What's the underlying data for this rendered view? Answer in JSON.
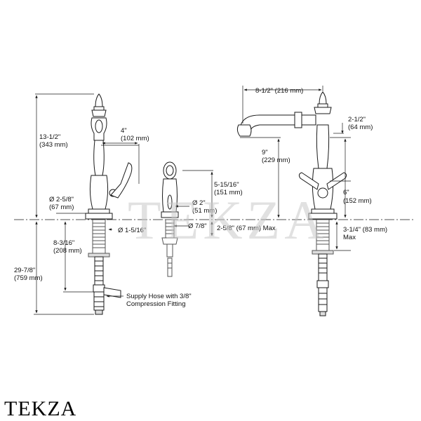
{
  "brand": "TEKZA",
  "watermark": "TEKZA",
  "colors": {
    "line": "#1a1a1a",
    "thread": "#555555",
    "watermark": "#c8c8c8"
  },
  "labels": {
    "height_total": "13-1/2\"",
    "height_total_mm": "(343 mm)",
    "reach_handle": "4\"",
    "reach_handle_mm": "(102 mm)",
    "base_dia": "Ø 2-5/8\"",
    "base_dia_mm": "(67 mm)",
    "shank_dia": "Ø 1-5/16\"",
    "shank_len": "8-3/16\"",
    "shank_len_mm": "(208 mm)",
    "hose_len": "29-7/8\"",
    "hose_len_mm": "(759 mm)",
    "supply_line1": "Supply Hose with 3/8\"",
    "supply_line2": "Compression Fitting",
    "spray_height": "5-15/16\"",
    "spray_height_mm": "(151 mm)",
    "spray_dia": "Ø 2\"",
    "spray_dia_mm": "(51 mm)",
    "spray_shank": "Ø 7/8\"",
    "deck_max": "2-5/8\" (67 mm) Max",
    "spout_reach": "8-1/2\" (216 mm)",
    "spout_height": "9\"",
    "spout_height_mm": "(229 mm)",
    "handle_proj": "2-1/2\"",
    "handle_proj_mm": "(64 mm)",
    "handle_height": "6\"",
    "handle_height_mm": "(152 mm)",
    "thread_max": "3-1/4\" (83 mm)",
    "thread_max_word": "Max"
  }
}
